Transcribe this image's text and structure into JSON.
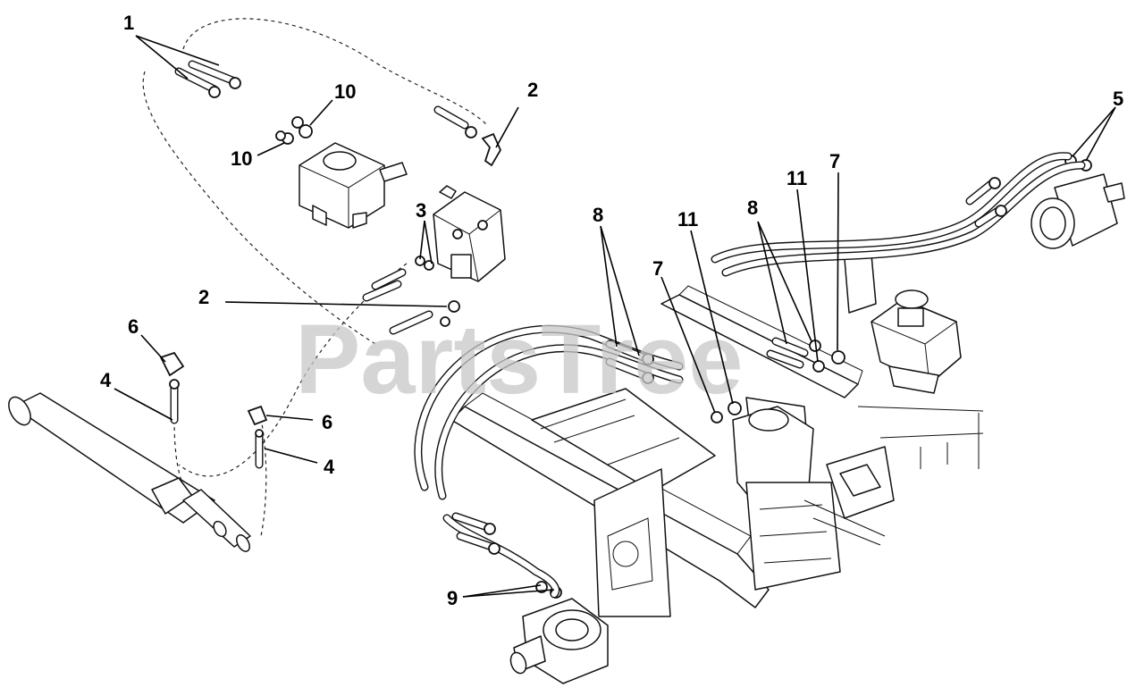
{
  "watermark": "PartsTree",
  "callouts": [
    {
      "id": "c1",
      "label": "1"
    },
    {
      "id": "c2a",
      "label": "2"
    },
    {
      "id": "c2b",
      "label": "2"
    },
    {
      "id": "c3",
      "label": "3"
    },
    {
      "id": "c4a",
      "label": "4"
    },
    {
      "id": "c4b",
      "label": "4"
    },
    {
      "id": "c5",
      "label": "5"
    },
    {
      "id": "c6a",
      "label": "6"
    },
    {
      "id": "c6b",
      "label": "6"
    },
    {
      "id": "c7a",
      "label": "7"
    },
    {
      "id": "c7b",
      "label": "7"
    },
    {
      "id": "c8a",
      "label": "8"
    },
    {
      "id": "c8b",
      "label": "8"
    },
    {
      "id": "c9",
      "label": "9"
    },
    {
      "id": "c10a",
      "label": "10"
    },
    {
      "id": "c10b",
      "label": "10"
    },
    {
      "id": "c11a",
      "label": "11"
    },
    {
      "id": "c11b",
      "label": "11"
    }
  ]
}
